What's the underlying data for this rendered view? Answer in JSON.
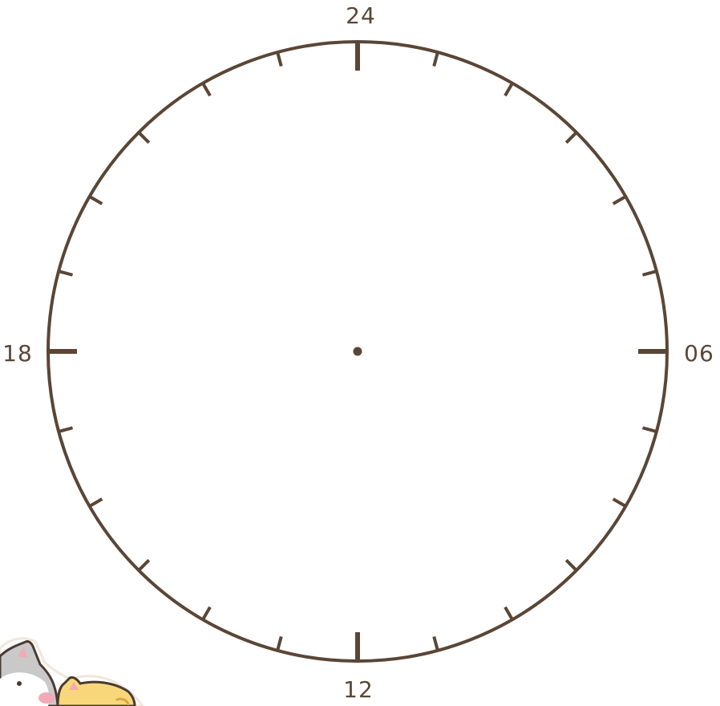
{
  "clock_face": {
    "hour_labels": {
      "top": "24",
      "right": "06",
      "bottom": "12",
      "left": "18"
    },
    "total_hours": 24,
    "marks_per_hour": 1,
    "major_mark_every_hours": 6
  },
  "colors": {
    "ink": "#5a4636",
    "background": "#ffffff",
    "cat_grey": "#c9c9c9",
    "cat_pink": "#f4a9b8",
    "cat_yellow": "#f7d77a",
    "sticker_outline": "#f1e6da"
  },
  "icons": {
    "cats_sticker": "cats-sticker-icon"
  }
}
